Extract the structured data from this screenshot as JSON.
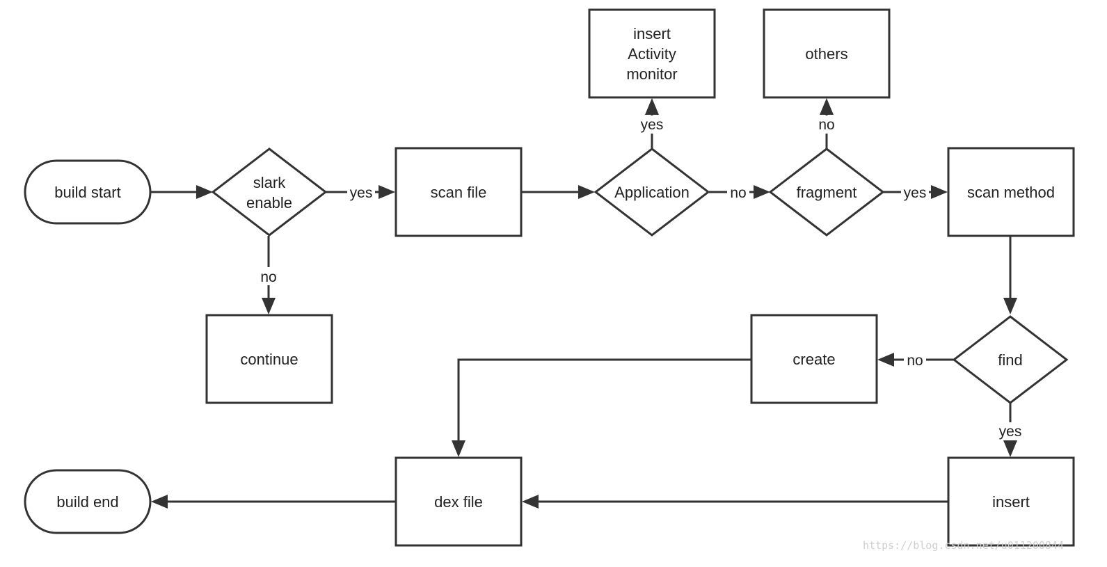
{
  "nodes": {
    "build_start": "build start",
    "slark_enable": [
      "slark",
      "enable"
    ],
    "continue": "continue",
    "scan_file": "scan file",
    "application": "Application",
    "insert_activity_monitor": [
      "insert",
      "Activity",
      "monitor"
    ],
    "fragment": "fragment",
    "others": "others",
    "scan_method": "scan method",
    "find": "find",
    "create": "create",
    "insert": "insert",
    "dex_file": "dex file",
    "build_end": "build end"
  },
  "edge_labels": {
    "slark_yes": "yes",
    "slark_no": "no",
    "application_yes": "yes",
    "application_no": "no",
    "fragment_no": "no",
    "fragment_yes": "yes",
    "find_no": "no",
    "find_yes": "yes"
  },
  "watermark": "https://blog.csdn.net/u011200844",
  "colors": {
    "stroke": "#333333",
    "text": "#222222",
    "background": "#ffffff"
  }
}
